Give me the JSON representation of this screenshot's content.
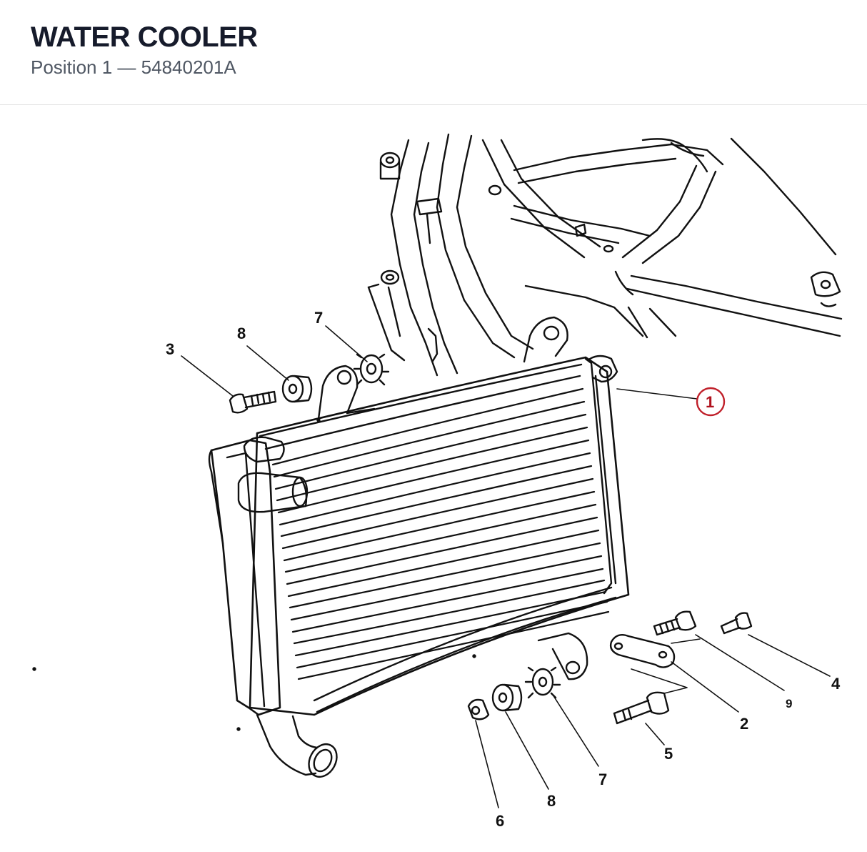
{
  "header": {
    "title": "WATER COOLER",
    "position_label": "Position 1",
    "separator": "—",
    "part_number": "54840201A"
  },
  "colors": {
    "title": "#161b2b",
    "subtitle": "#4f5763",
    "highlight": "#c0202a",
    "line": "#111111"
  },
  "callouts": {
    "c1": "1",
    "c2": "2",
    "c3": "3",
    "c4": "4",
    "c5": "5",
    "c6": "6",
    "c7a": "7",
    "c7b": "7",
    "c8a": "8",
    "c8b": "8",
    "c9": "9"
  },
  "highlighted_callout": "1"
}
